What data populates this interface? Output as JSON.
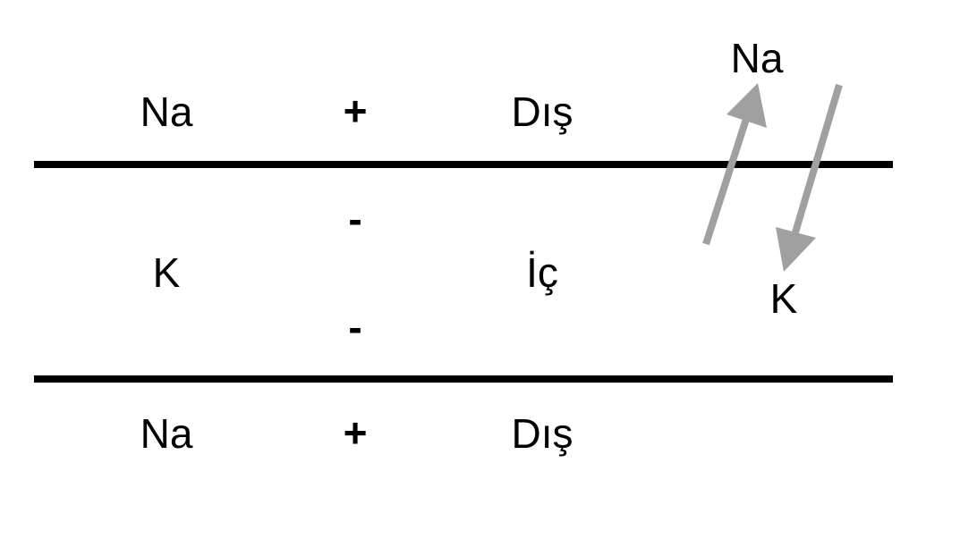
{
  "rows": {
    "top": {
      "ion": "Na",
      "charge": "+",
      "side": "Dış"
    },
    "middle": {
      "ion": "K",
      "charge_upper": "-",
      "charge_lower": "-",
      "side": "İç"
    },
    "bottom": {
      "ion": "Na",
      "charge": "+",
      "side": "Dış"
    }
  },
  "flow": {
    "outward_ion": "Na",
    "inward_ion": "K",
    "arrow_color": "#a0a0a0"
  },
  "colors": {
    "membrane": "#000000",
    "text": "#000000"
  }
}
